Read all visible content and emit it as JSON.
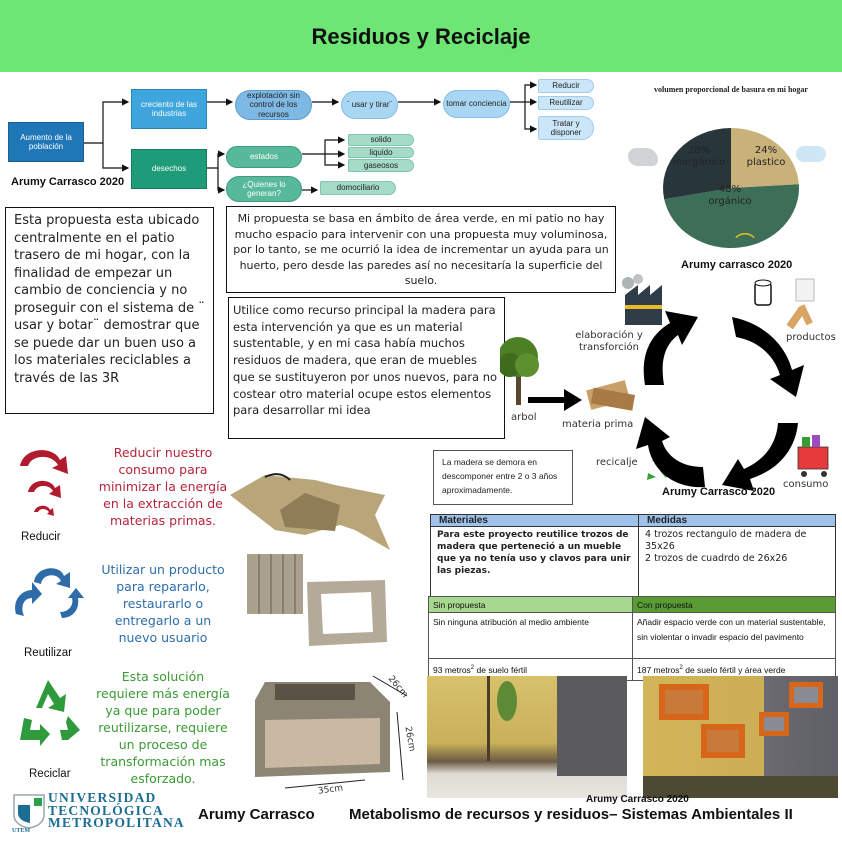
{
  "header": {
    "title": "Residuos y Reciclaje",
    "background": "#6ee675"
  },
  "concept_map": {
    "root": "Aumento de la población",
    "branch_industry": "creciento de las industrias",
    "exploitation": "explotación sin control de los recursos",
    "use_and_throw": "¨ usar y tirar¨",
    "awareness": "tomar conciencia",
    "awareness_outcomes": [
      "Reducir",
      "Reutilizar",
      "Tratar y disponer"
    ],
    "branch_waste": "desechos",
    "states": "estados",
    "state_types": [
      "solido",
      "liquido",
      "gaseosos"
    ],
    "who_generates": "¿Quienes lo generan?",
    "generators": [
      "domociliario"
    ],
    "caption": "Arumy Carrasco 2020"
  },
  "textboxes": {
    "location": "Esta propuesta esta ubicado centralmente en el patio trasero de mi hogar, con la finalidad de empezar un cambio de conciencia y no proseguir con el sistema de ¨ usar y botar¨ demostrar que se puede dar un buen uso a los materiales reciclables a través de las 3R",
    "proposal": "Mi propuesta se basa en ámbito de área verde, en mi patio no hay mucho espacio para intervenir con una propuesta muy voluminosa, por lo tanto, se me ocurrió la idea de incrementar un ayuda para un huerto, pero desde las paredes así no necesitaría la superficie del suelo.",
    "material": "Utilice como recurso principal la madera para esta intervención ya que es un material sustentable, y en mi casa había muchos residuos de madera, que eran de muebles que se sustituyeron por unos nuevos, para no costear otro material ocupe estos elementos para desarrollar mi idea",
    "decomposition": "La madera se demora en descomponer entre 2 o 3 años aproximadamente."
  },
  "chart_data": {
    "type": "pie",
    "title": "volumen proporcional de basura en mi hogar",
    "categories": [
      "plastico",
      "orgánico",
      "inorgánico"
    ],
    "values": [
      24,
      48,
      28
    ],
    "labels": [
      "24%",
      "48%",
      "28%"
    ],
    "colors": [
      "#c9b27a",
      "#3d6e57",
      "#28363c"
    ],
    "caption": "Arumy carrasco 2020"
  },
  "cycle": {
    "labels": {
      "production": "elaboración y transforción",
      "products": "productos",
      "consumption": "consumo",
      "recycling": "recicalje",
      "raw_material": "materia prima",
      "tree": "arbol"
    },
    "caption": "Arumy Carrasco 2020"
  },
  "three_r": [
    {
      "label": "Reducir",
      "text": "Reducir nuestro consumo para minimizar la energía en la extracción de materias primas.",
      "color": "#b5243a"
    },
    {
      "label": "Reutilizar",
      "text": "Utilizar un producto para repararlo, restaurarlo o entregarlo a un nuevo usuario",
      "color": "#2e6dab"
    },
    {
      "label": "Reciclar",
      "text": "Esta solución requiere más energía ya que para poder reutilizarse, requiere un proceso de transformación mas esforzado.",
      "color": "#3a9a34"
    }
  ],
  "box_dimensions": {
    "depth": "26cm",
    "height": "26cm",
    "width": "35cm"
  },
  "materials_table": {
    "headers": [
      "Materiales",
      "Medidas"
    ],
    "rows": [
      [
        "Para este proyecto reutilice trozos de madera que perteneció a un mueble que ya no tenía uso y clavos para unir las piezas.",
        "4 trozos rectangulo de madera de 35x26\n2 trozos de cuadrdo de 26x26"
      ]
    ]
  },
  "comparison_table": {
    "headers": [
      "Sin propuesta",
      "Con propuesta"
    ],
    "rows": [
      [
        "Sin ninguna atribución al medio ambiente",
        "Añadir espacio verde con un material sustentable, sin violentar o invadir espacio del pavimento"
      ],
      [
        "93 metros",
        "187 metros"
      ]
    ],
    "row2_suffix": [
      " de suelo fértil",
      " de suelo fértil y área verde"
    ],
    "superscript": "2"
  },
  "photos": {
    "caption": "Arumy Carrasco 2020"
  },
  "footer": {
    "university_lines": [
      "UNIVERSIDAD",
      "TECNOLÓGICA",
      "METROPOLITANA"
    ],
    "university_short": "UTEM",
    "author": "Arumy Carrasco",
    "course": "Metabolismo de recursos y residuos– Sistemas Ambientales II"
  }
}
